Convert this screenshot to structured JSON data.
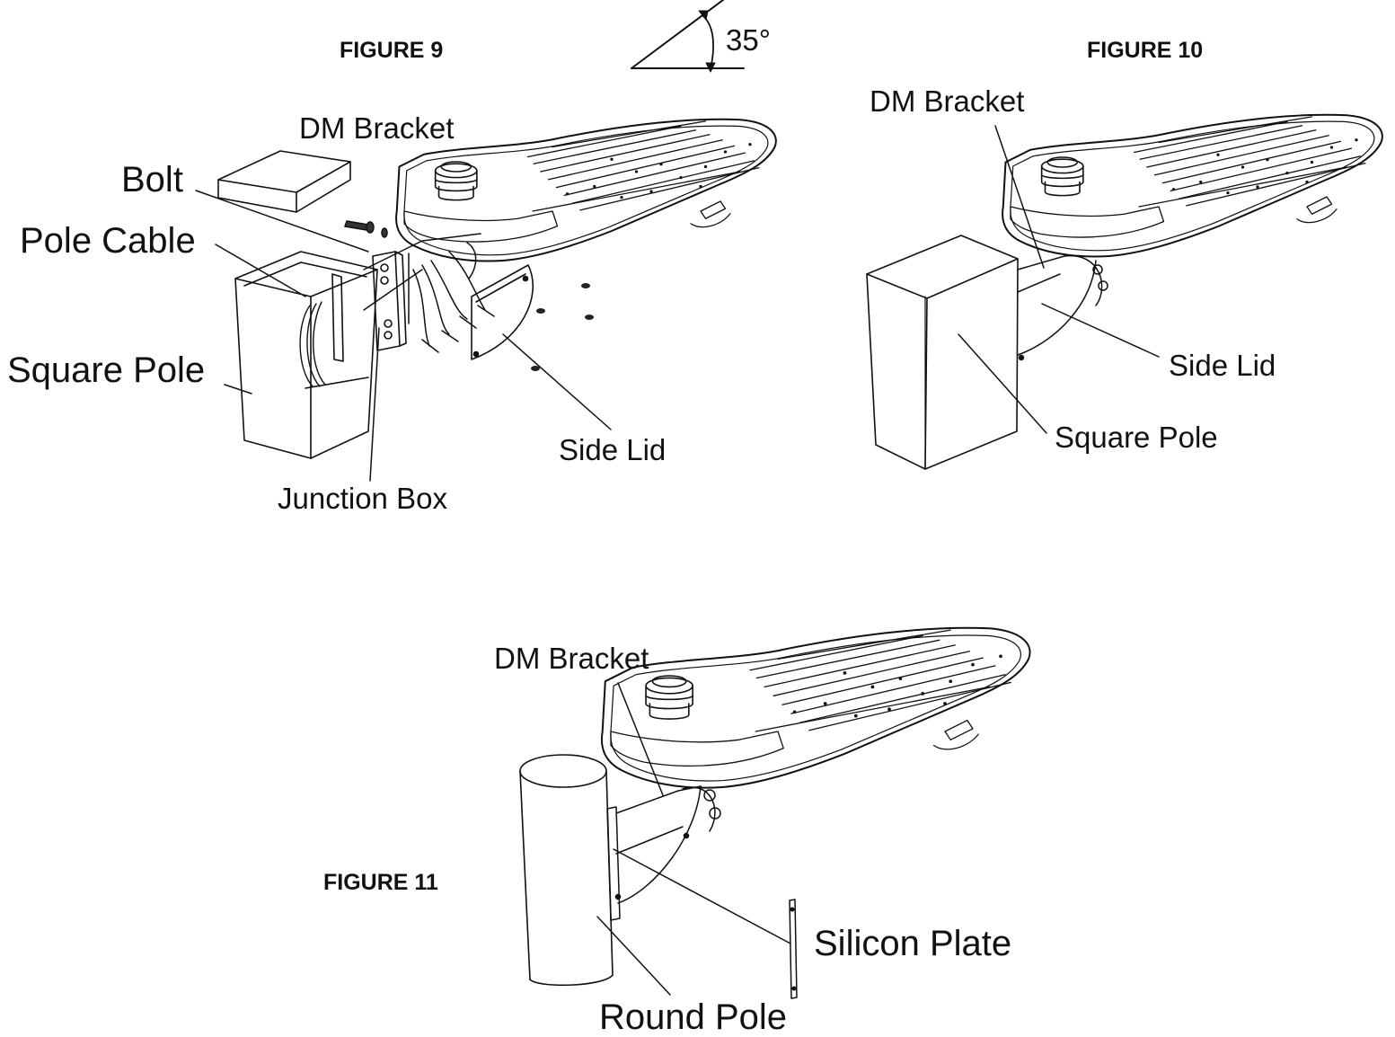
{
  "angle": {
    "label": "35°"
  },
  "figure9": {
    "title": "FIGURE 9",
    "labels": {
      "dm_bracket": "DM Bracket",
      "bolt": "Bolt",
      "pole_cable": "Pole Cable",
      "square_pole": "Square Pole",
      "junction_box": "Junction Box",
      "side_lid": "Side Lid"
    }
  },
  "figure10": {
    "title": "FIGURE 10",
    "labels": {
      "dm_bracket": "DM Bracket",
      "side_lid": "Side Lid",
      "square_pole": "Square Pole"
    }
  },
  "figure11": {
    "title": "FIGURE 11",
    "labels": {
      "dm_bracket": "DM Bracket",
      "silicon_plate": "Silicon Plate",
      "round_pole": "Round Pole"
    }
  }
}
